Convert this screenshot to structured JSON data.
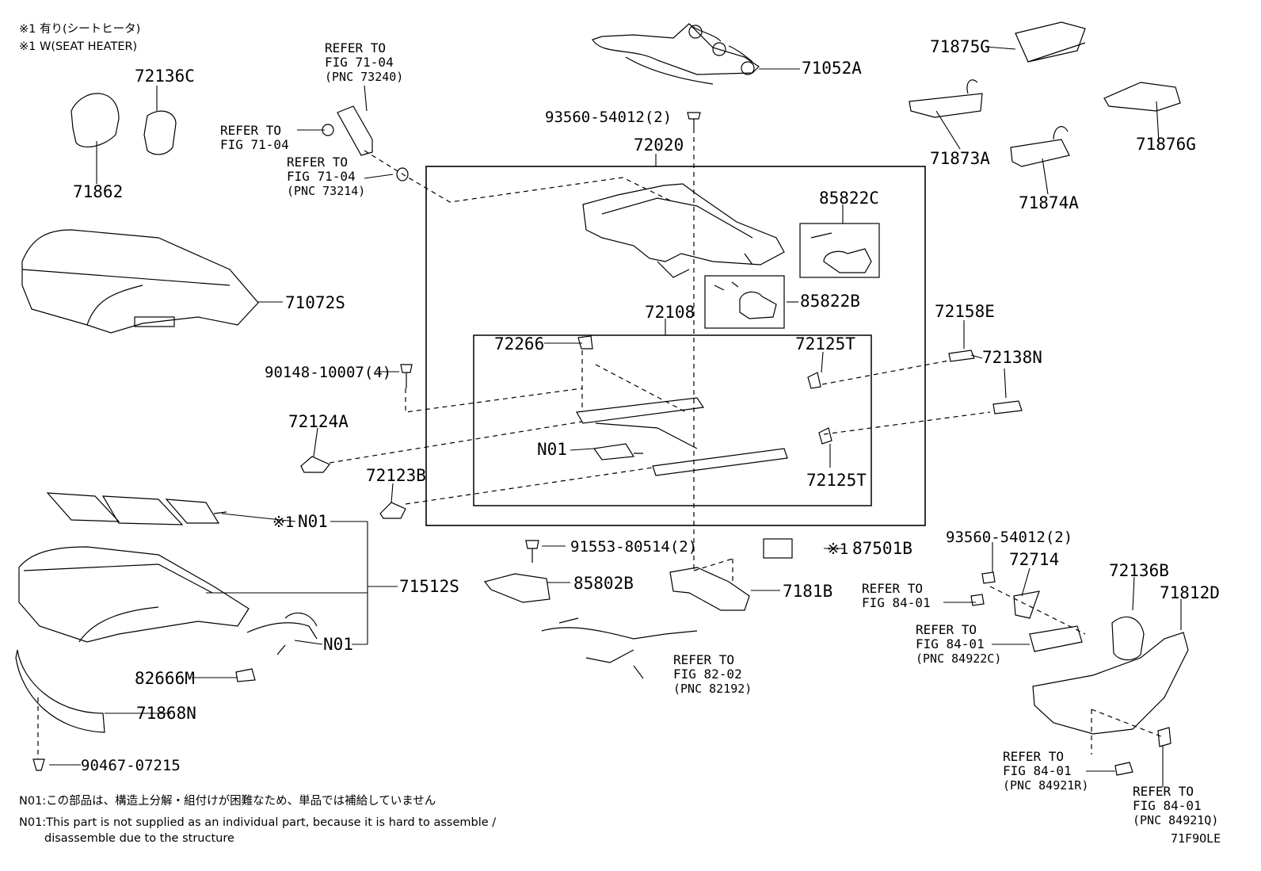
{
  "header_notes": [
    "※1 有り(シートヒータ)",
    "※1 W(SEAT HEATER)"
  ],
  "labels": {
    "p71052A": "71052A",
    "p71875G": "71875G",
    "p71873A": "71873A",
    "p71876G": "71876G",
    "p71874A": "71874A",
    "p72136C": "72136C",
    "p71862": "71862",
    "p71072S": "71072S",
    "p93560_top": "93560-54012(2)",
    "p72020": "72020",
    "p85822C": "85822C",
    "p85822B": "85822B",
    "p72108": "72108",
    "p72266": "72266",
    "p72125T_top": "72125T",
    "p72125T_bottom": "72125T",
    "p72158E": "72158E",
    "p72138N": "72138N",
    "p90148": "90148-10007(4)",
    "p72124A": "72124A",
    "p72123B": "72123B",
    "pN01_inner": "N01",
    "pN01_heater": "N01",
    "pN01_harness": "N01",
    "heater_mark": "※1",
    "p71512S": "71512S",
    "p82666M": "82666M",
    "p71868N": "71868N",
    "p90467": "90467-07215",
    "p91553": "91553-80514(2)",
    "p85802B": "85802B",
    "p7181B": "7181B",
    "p87501B": "87501B",
    "p87501B_mark": "※1",
    "p93560_right": "93560-54012(2)",
    "p72714": "72714",
    "p72136B": "72136B",
    "p71812D": "71812D",
    "figure_id": "71F9OLE"
  },
  "references": {
    "r73240": [
      "REFER TO",
      "FIG 71-04",
      "(PNC 73240)"
    ],
    "r7104": [
      "REFER TO",
      "FIG 71-04"
    ],
    "r73214": [
      "REFER TO",
      "FIG 71-04",
      "(PNC 73214)"
    ],
    "r8401a": [
      "REFER TO",
      "FIG 84-01"
    ],
    "r84922C": [
      "REFER TO",
      "FIG 84-01",
      "(PNC 84922C)"
    ],
    "r82192": [
      "REFER TO",
      "FIG 82-02",
      "(PNC 82192)"
    ],
    "r84921R": [
      "REFER TO",
      "FIG 84-01",
      "(PNC 84921R)"
    ],
    "r84921Q": [
      "REFER TO",
      "FIG 84-01",
      "(PNC 84921Q)"
    ]
  },
  "footer_notes": [
    "N01:この部品は、構造上分解・組付けが困難なため、単品では補給していません",
    "N01:This part is not supplied as an individual part, because it is hard to assemble /",
    "disassemble due to the structure"
  ]
}
